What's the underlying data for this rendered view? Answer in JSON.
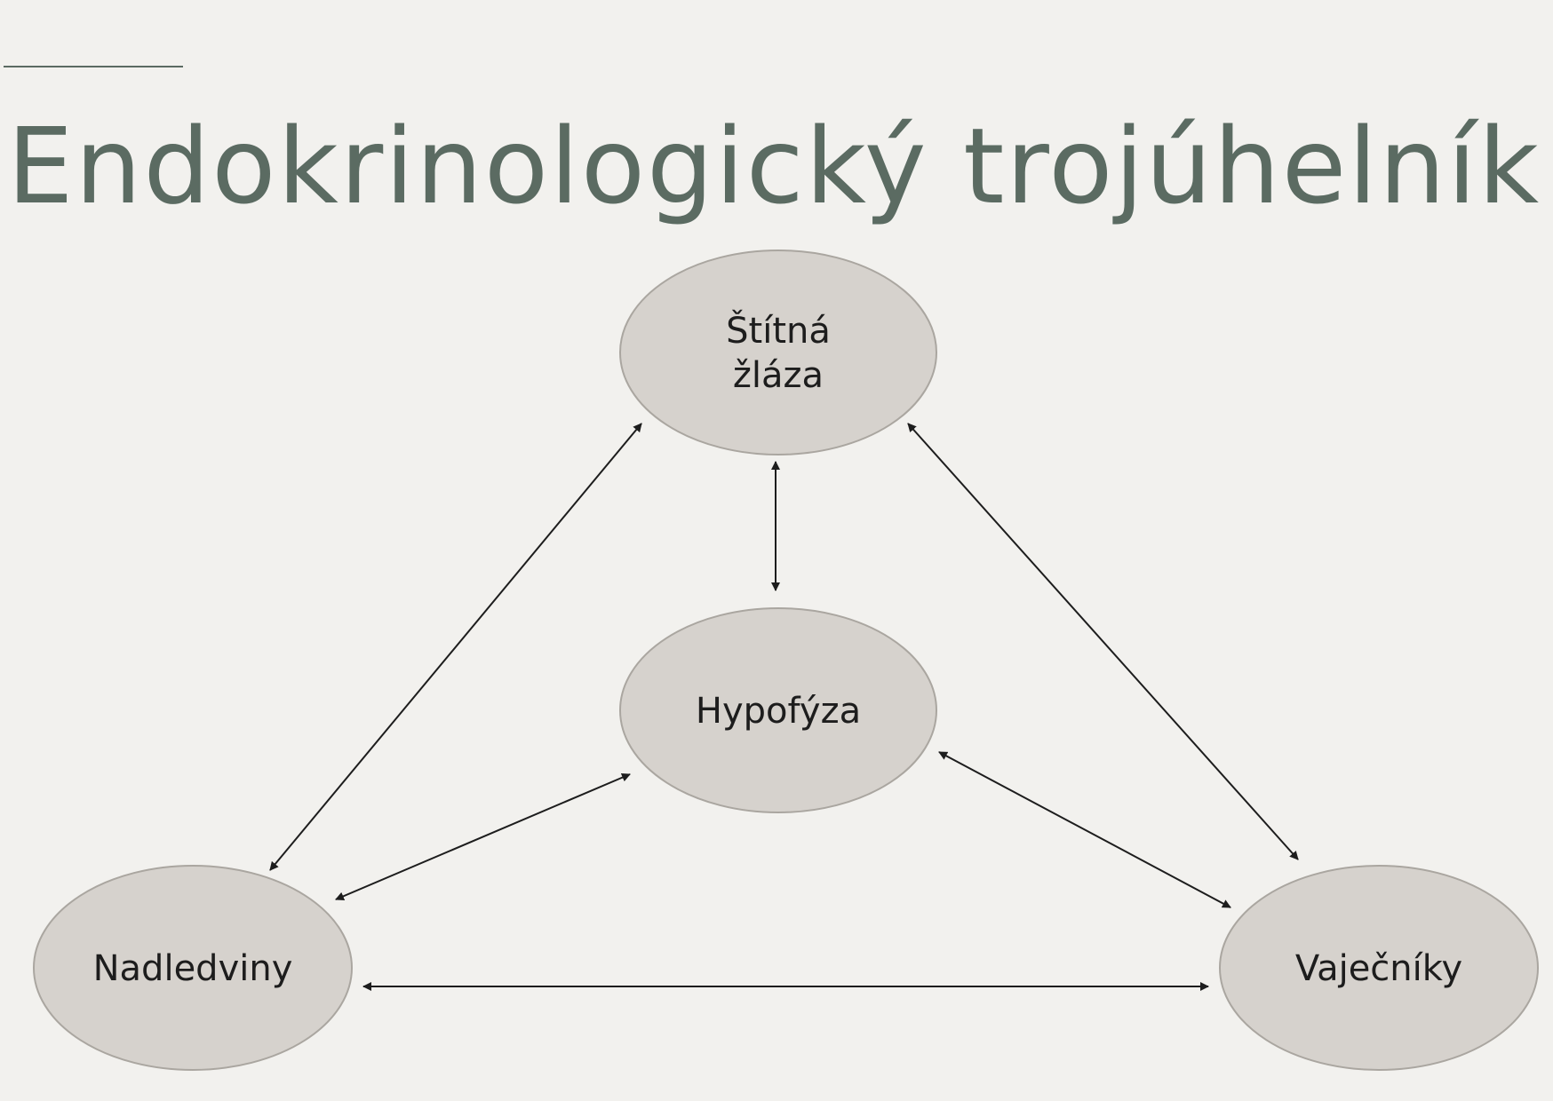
{
  "title": "Endokrinologický trojúhelník",
  "colors": {
    "background": "#f2f1ee",
    "title": "#5b6b62",
    "node_fill": "#d6d2cd",
    "node_stroke": "#aaa6a0",
    "arrow": "#1d1d1d"
  },
  "nodes": {
    "thyroid": {
      "line1": "Štítná",
      "line2": "žláza"
    },
    "pituitary": {
      "label": "Hypofýza"
    },
    "adrenals": {
      "label": "Nadledviny"
    },
    "ovaries": {
      "label": "Vaječníky"
    }
  },
  "edges": [
    {
      "from": "thyroid",
      "to": "pituitary",
      "direction": "both"
    },
    {
      "from": "thyroid",
      "to": "adrenals",
      "direction": "both"
    },
    {
      "from": "thyroid",
      "to": "ovaries",
      "direction": "both"
    },
    {
      "from": "pituitary",
      "to": "adrenals",
      "direction": "both"
    },
    {
      "from": "pituitary",
      "to": "ovaries",
      "direction": "both"
    },
    {
      "from": "adrenals",
      "to": "ovaries",
      "direction": "both"
    }
  ]
}
